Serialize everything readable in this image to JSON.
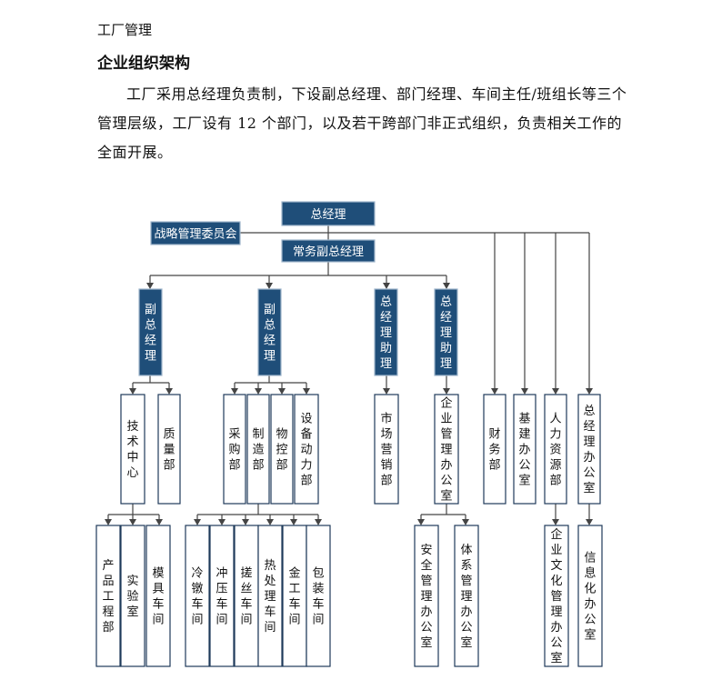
{
  "header": {
    "doc_title": "工厂管理"
  },
  "section": {
    "title": "企业组织架构",
    "paragraph": "工厂采用总经理负责制，下设副总经理、部门经理、车间主任/班组长等三个管理层级，工厂设有 12 个部门，以及若干跨部门非正式组织，负责相关工作的全面开展。"
  },
  "org": {
    "general_manager": "总经理",
    "strategy_committee": "战略管理委员会",
    "executive_vp": "常务副总经理",
    "vp1": "副总经理",
    "vp2": "副总经理",
    "assistant1": "总经理助理",
    "assistant2": "总经理助理",
    "tech_center": "技术中心",
    "quality": "质量部",
    "purchasing": "采购部",
    "manufacturing": "制造部",
    "material_control": "物控部",
    "equipment_power": "设备动力部",
    "marketing": "市场营销部",
    "enterprise_mgmt_office": "企业管理办公室",
    "finance": "财务部",
    "construction_office": "基建办公室",
    "hr": "人力资源部",
    "gm_office": "总经理办公室",
    "product_engineering": "产品工程部",
    "laboratory": "实验室",
    "mold_workshop": "模具车间",
    "cold_heading_workshop": "冷镦车间",
    "stamping_workshop": "冲压车间",
    "thread_rolling_workshop": "搓丝车间",
    "heat_treatment_workshop": "热处理车间",
    "metalwork_workshop": "金工车间",
    "packaging_workshop": "包装车间",
    "safety_office": "安全管理办公室",
    "system_office": "体系管理办公室",
    "culture_office": "企业文化管理办公室",
    "it_office": "信息化办公室"
  }
}
